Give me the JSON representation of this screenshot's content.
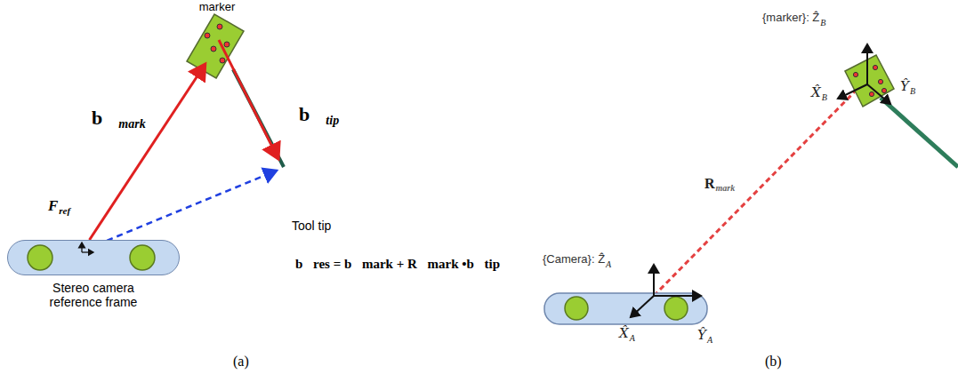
{
  "diagram": {
    "nodes": [
      {
        "text": [
          "marker"
        ]
      },
      {
        "text": [
          "Stereo camera reference frame"
        ]
      }
    ],
    "edges": [
      {
        "from": 1,
        "to": 0,
        "arrow": "to"
      }
    ],
    "labels": [
      "b⃗",
      "mark",
      "b⃗",
      "tip",
      "Tool tip",
      "F",
      "ref",
      "b⃗res = b⃗mark + R⃗mark •b⃗tip",
      "(a)",
      "{Camera}: Ẑ",
      "A",
      "X̂",
      "A",
      "Ŷ",
      "A",
      "R",
      "mark",
      "{marker}: Ẑ",
      "B",
      "X̂",
      "B",
      "Ŷ",
      "B",
      "(b)"
    ]
  }
}
